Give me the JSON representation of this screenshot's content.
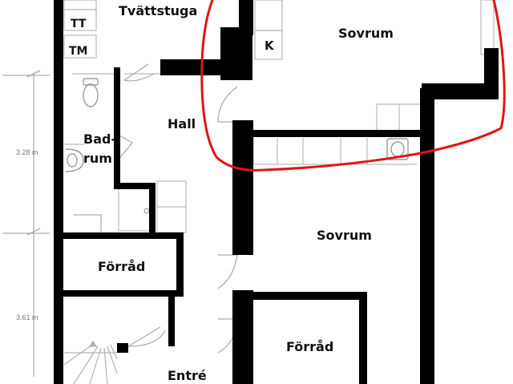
{
  "rooms": {
    "tvattstuga": "Tvättstuga",
    "tt": "TT",
    "tm": "TM",
    "k": "K",
    "sovrum_top": "Sovrum",
    "hall": "Hall",
    "badrum_1": "Bad-",
    "badrum_2": "rum",
    "sovrum_mid": "Sovrum",
    "forrad_left": "Förråd",
    "forrad_right": "Förråd",
    "entre": "Entré"
  },
  "dimensions": {
    "upper": "3.28 m",
    "lower": "3.61 m"
  },
  "colors": {
    "wall": "#000000",
    "highlight": "#e11414",
    "fixture": "#b9b9b9",
    "dimension": "#9a9a9a"
  }
}
